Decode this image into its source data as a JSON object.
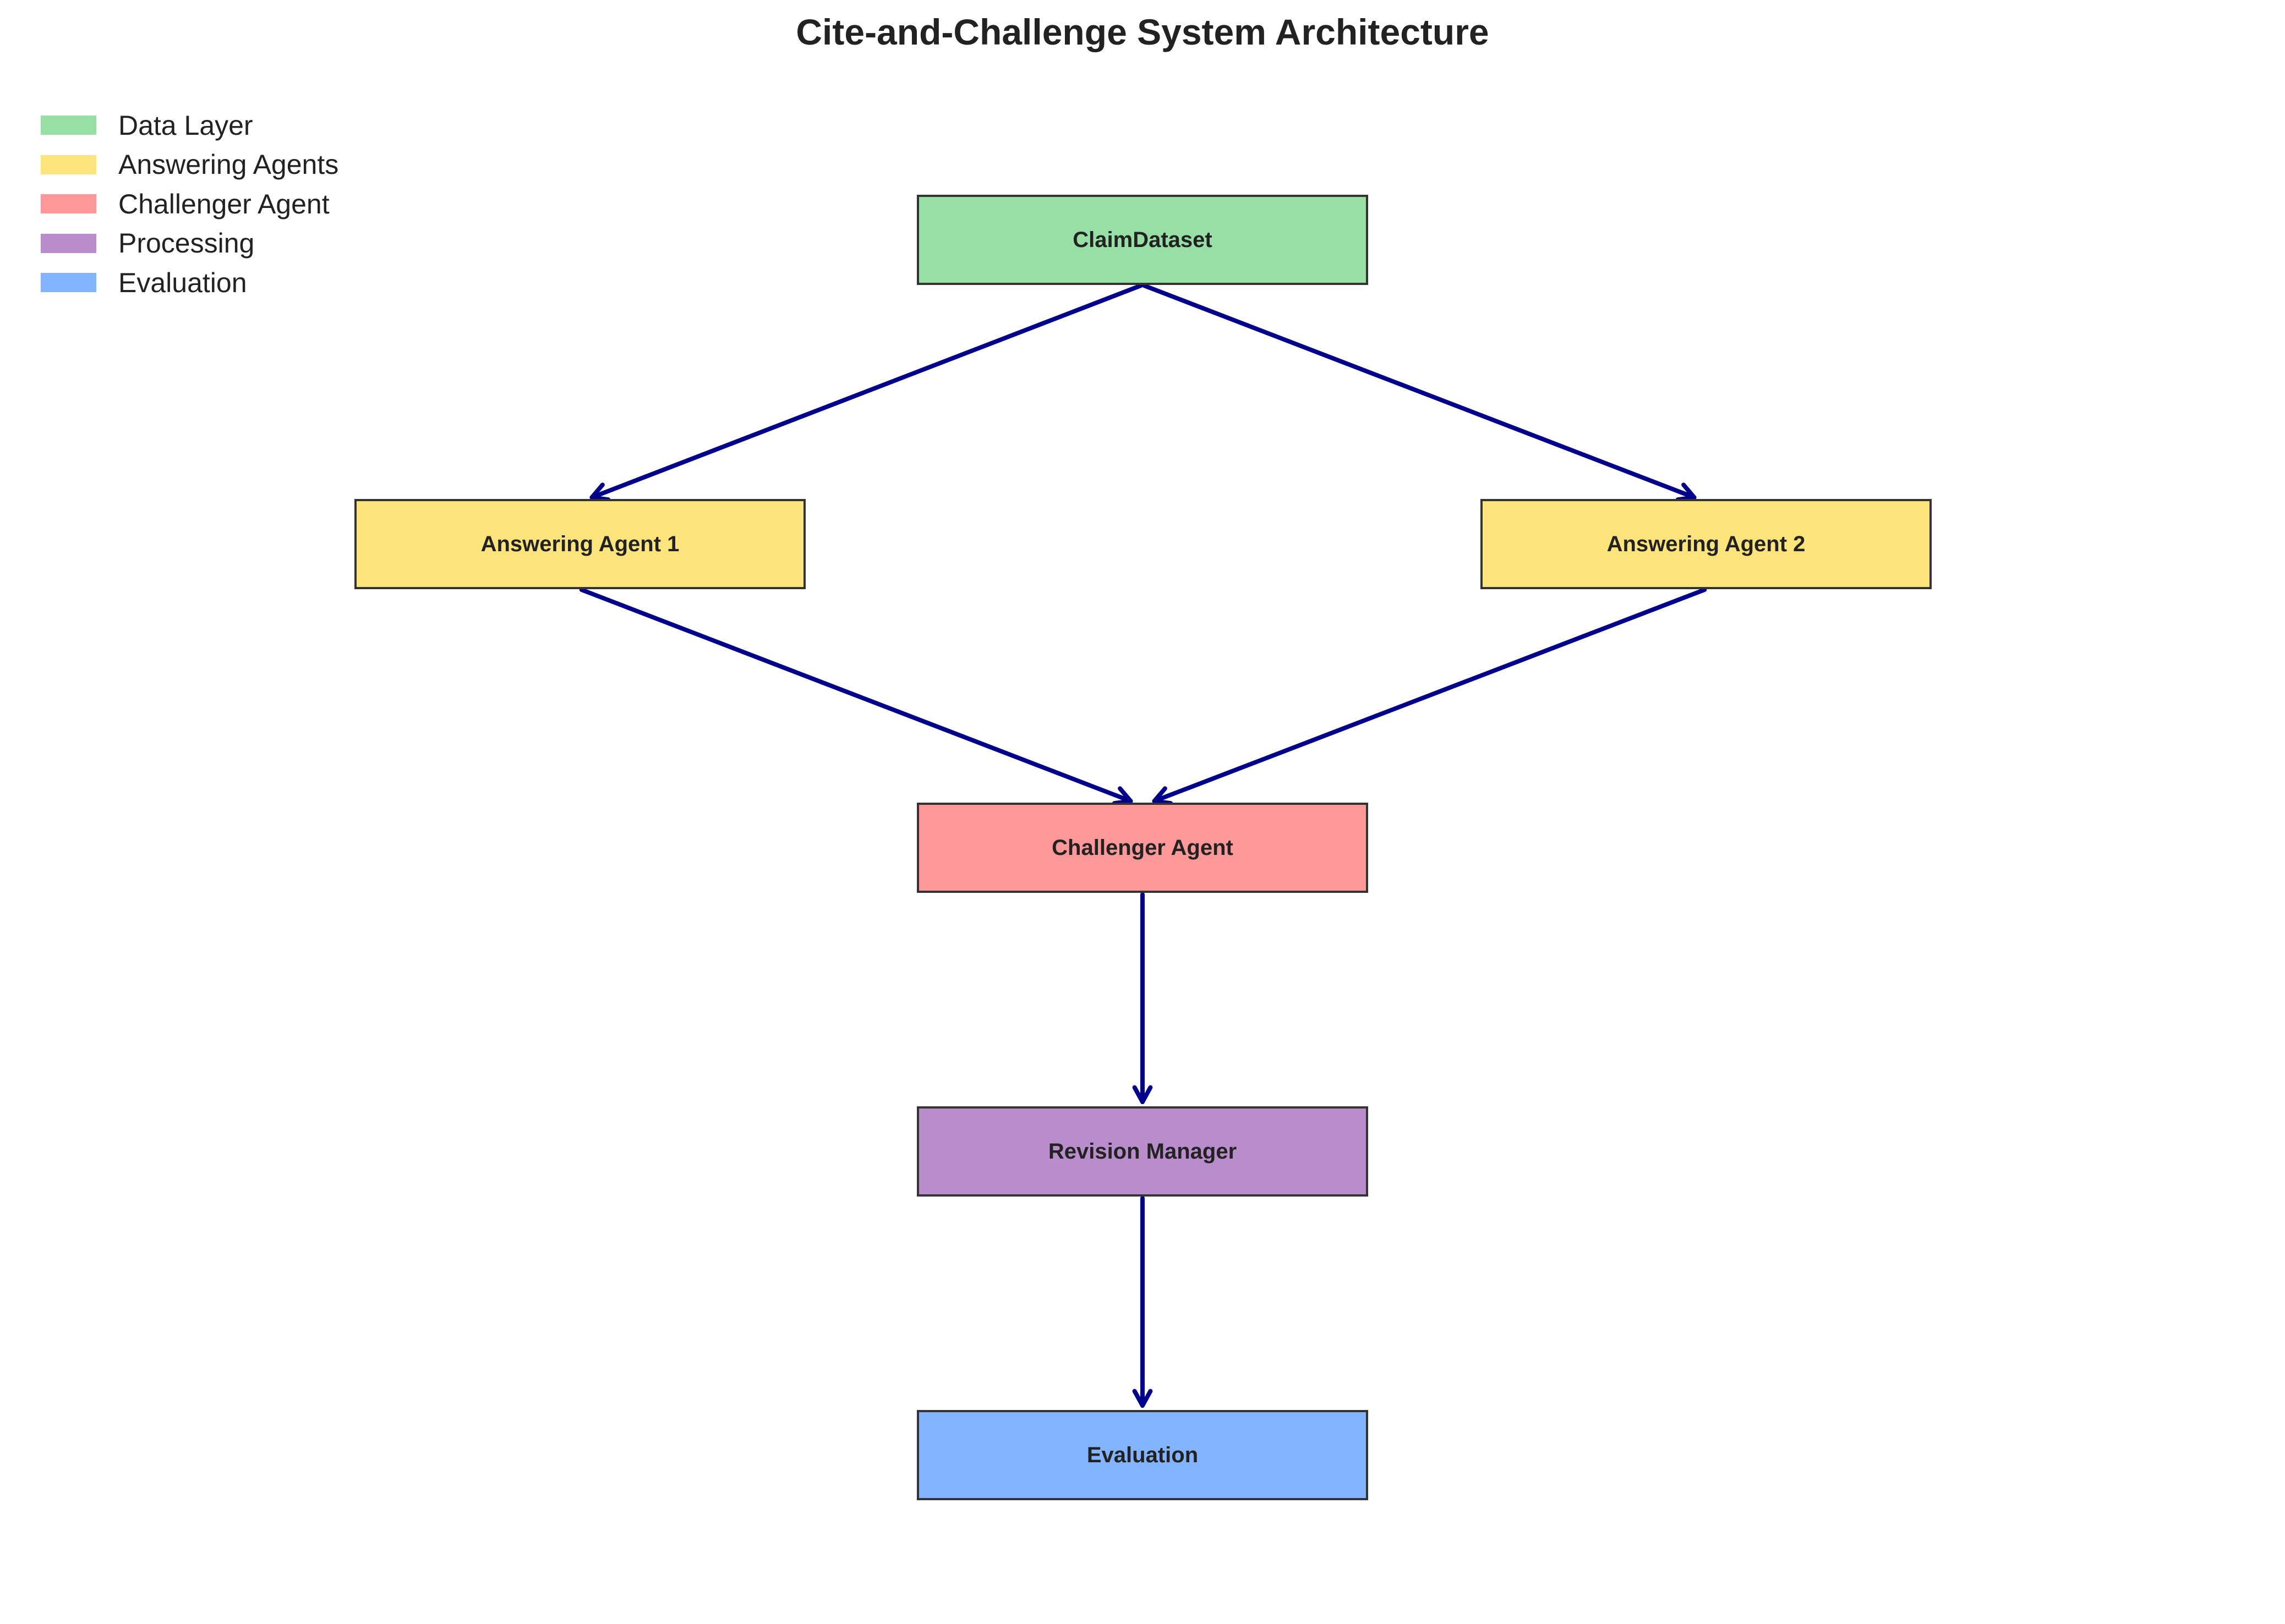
{
  "title": "Cite-and-Challenge System Architecture",
  "legend": [
    {
      "label": "Data Layer",
      "color": "#98DFA6"
    },
    {
      "label": "Answering Agents",
      "color": "#FDE47D"
    },
    {
      "label": "Challenger Agent",
      "color": "#FF9898"
    },
    {
      "label": "Processing",
      "color": "#B98CCB"
    },
    {
      "label": "Evaluation",
      "color": "#82B4FF"
    }
  ],
  "nodes": [
    {
      "id": "claim_dataset",
      "label": "ClaimDataset",
      "category": "Data Layer",
      "color": "#98DFA6"
    },
    {
      "id": "answering_agent_1",
      "label": "Answering Agent 1",
      "category": "Answering Agents",
      "color": "#FDE47D"
    },
    {
      "id": "answering_agent_2",
      "label": "Answering Agent 2",
      "category": "Answering Agents",
      "color": "#FDE47D"
    },
    {
      "id": "challenger_agent",
      "label": "Challenger Agent",
      "category": "Challenger Agent",
      "color": "#FF9898"
    },
    {
      "id": "revision_manager",
      "label": "Revision Manager",
      "category": "Processing",
      "color": "#B98CCB"
    },
    {
      "id": "evaluation",
      "label": "Evaluation",
      "category": "Evaluation",
      "color": "#82B4FF"
    }
  ],
  "edges": [
    {
      "from": "claim_dataset",
      "to": "answering_agent_1"
    },
    {
      "from": "claim_dataset",
      "to": "answering_agent_2"
    },
    {
      "from": "answering_agent_1",
      "to": "challenger_agent"
    },
    {
      "from": "answering_agent_2",
      "to": "challenger_agent"
    },
    {
      "from": "challenger_agent",
      "to": "revision_manager"
    },
    {
      "from": "revision_manager",
      "to": "evaluation"
    }
  ],
  "edge_color": "#00008B",
  "box_border_color": "#333333"
}
